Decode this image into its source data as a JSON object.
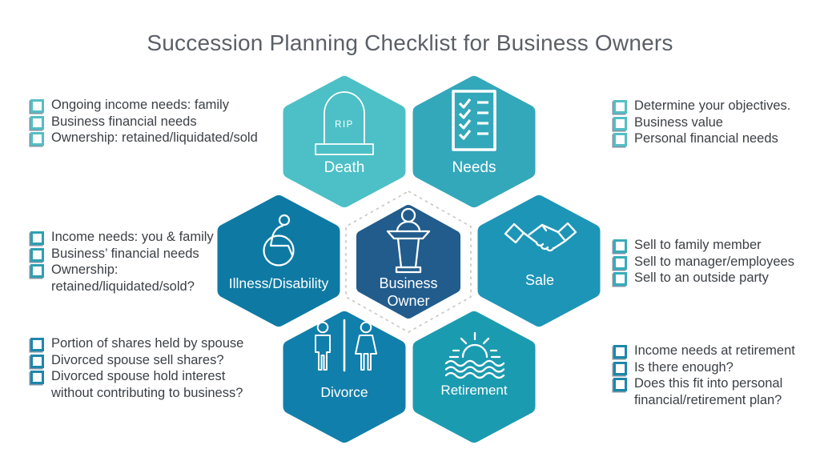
{
  "title": "Succession Planning Checklist for Business Owners",
  "colors": {
    "dashed_ring": "#c9c5bf",
    "checkbox_shadow_navy": "#153c5a",
    "body_text": "#3b3f44",
    "title_text": "#5b5f66",
    "icon_white": "#ffffff"
  },
  "hexagons": {
    "death": {
      "label": "Death",
      "color": "#4cc0c6",
      "icon": "tombstone-icon",
      "icon_text": "RIP"
    },
    "needs": {
      "label": "Needs",
      "color": "#33a8ba",
      "icon": "checklist-icon"
    },
    "illness_disability": {
      "label": "Illness/Disability",
      "color": "#0e7aa3",
      "icon": "wheelchair-icon"
    },
    "business_owner": {
      "label_line1": "Business",
      "label_line2": "Owner",
      "color": "#215c8c",
      "icon": "podium-icon"
    },
    "sale": {
      "label": "Sale",
      "color": "#1d95b7",
      "icon": "handshake-icon"
    },
    "divorce": {
      "label": "Divorce",
      "color": "#117fab",
      "icon": "divorce-couple-icon"
    },
    "retirement": {
      "label": "Retirement",
      "color": "#1b9bb0",
      "icon": "sunset-icon"
    }
  },
  "checklists": {
    "death": {
      "checkbox_color": "#54bec4",
      "items": [
        {
          "text": "Ongoing income needs: family"
        },
        {
          "text": "Business financial needs"
        },
        {
          "text": "Ownership: retained/liquidated/sold"
        }
      ]
    },
    "needs": {
      "checkbox_color": "#54bec4",
      "items": [
        {
          "text": "Determine your objectives."
        },
        {
          "text": "Business value"
        },
        {
          "text": "Personal financial needs"
        }
      ]
    },
    "illness_disability": {
      "checkbox_color": "#2f9fb2",
      "items": [
        {
          "text": "Income needs: you & family"
        },
        {
          "text": "Business’ financial needs"
        },
        {
          "text": "Ownership:"
        },
        {
          "text": "retained/liquidated/sold?",
          "continuation": true
        }
      ]
    },
    "sale": {
      "checkbox_color": "#38abb9",
      "items": [
        {
          "text": "Sell to family member"
        },
        {
          "text": "Sell to manager/employees"
        },
        {
          "text": "Sell to an outside party"
        }
      ]
    },
    "divorce": {
      "checkbox_color": "#1d87aa",
      "items": [
        {
          "text": "Portion of shares held by spouse"
        },
        {
          "text": "Divorced spouse sell shares?"
        },
        {
          "text": "Divorced spouse hold interest"
        },
        {
          "text": "without contributing to business?",
          "continuation": true
        }
      ]
    },
    "retirement": {
      "checkbox_color": "#1d87aa",
      "items": [
        {
          "text": "Income needs at retirement"
        },
        {
          "text": "Is there enough?"
        },
        {
          "text": "Does this fit into personal"
        },
        {
          "text": "financial/retirement plan?",
          "continuation": true
        }
      ]
    }
  }
}
